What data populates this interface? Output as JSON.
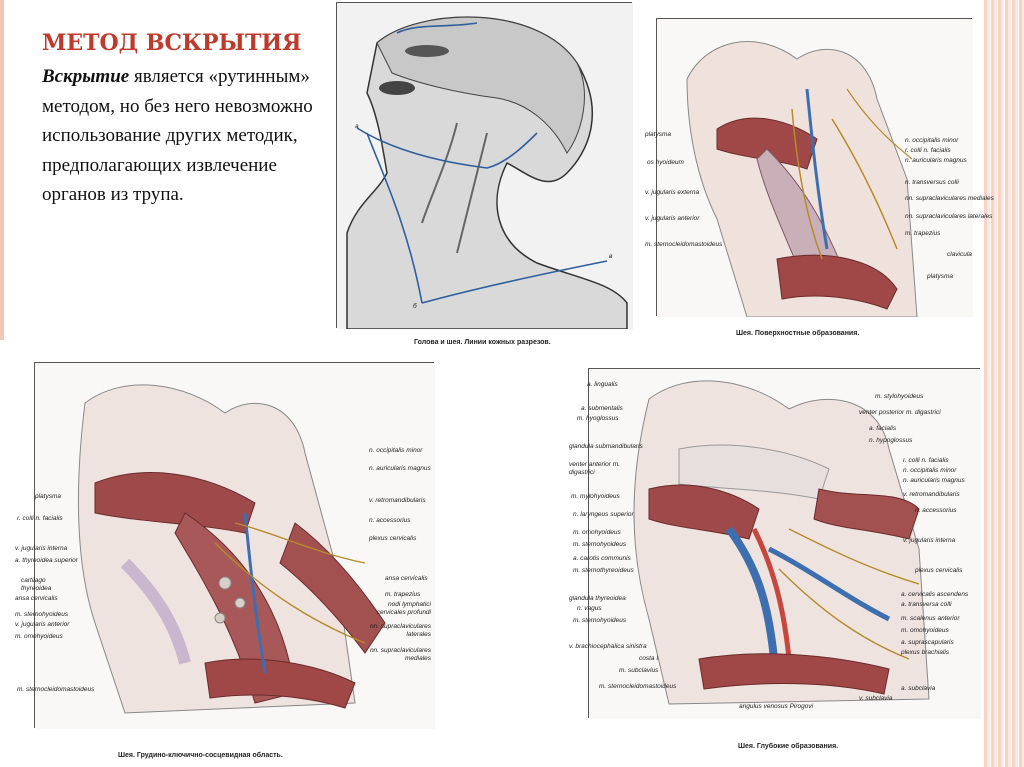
{
  "slide": {
    "heading": "МЕТОД ВСКРЫТИЯ",
    "body_emphasis": "Вскрытие",
    "body_rest": " является «рутинным» методом, но без него невозможно использование других методик, предполагающих извлечение органов из трупа."
  },
  "figures": {
    "top_left": {
      "caption": "Голова и шея. Линии кожных разрезов.",
      "labels": [
        "a",
        "б",
        "в"
      ]
    },
    "top_right": {
      "caption": "Шея. Поверхностные образования.",
      "labels_left": [
        "platysma",
        "os hyoideum",
        "v. jugularis externa",
        "v. jugularis anterior",
        "m. sternocleidomastoideus"
      ],
      "labels_right": [
        "n. occipitalis minor",
        "r. colli n. facialis",
        "n. auricularis magnus",
        "n. transversus colli",
        "nn. supraclaviculares mediales",
        "nn. supraclaviculares laterales",
        "m. trapezius",
        "clavicula",
        "platysma"
      ]
    },
    "bottom_left": {
      "caption": "Шея. Грудино-ключично-сосцевидная область.",
      "labels_left": [
        "platysma",
        "r. colli n. facialis",
        "v. jugularis interna",
        "a. thyreoidea superior",
        "cartilago thyreoidea",
        "ansa cervicalis",
        "m. sternohyoideus",
        "v. jugularis anterior",
        "m. omohyoideus",
        "m. sternocleidomastoideus"
      ],
      "labels_right": [
        "n. occipitalis minor",
        "n. auricularis magnus",
        "v. retromandibularis",
        "n. accessorius",
        "plexus cervicalis",
        "ansa cervicalis",
        "m. trapezius",
        "nodi lymphatici cervicales profundi",
        "nn. supraclaviculares laterales",
        "nn. supraclaviculares mediales"
      ]
    },
    "bottom_right": {
      "caption": "Шея. Глубокие образования.",
      "labels_left": [
        "a. lingualis",
        "a. submentalis",
        "m. hyoglossus",
        "glandula submandibularis",
        "venter anterior m. digastrici",
        "m. mylohyoideus",
        "n. laryngeus superior",
        "m. omohyoideus",
        "m. sternohyoideus",
        "a. carotis communis",
        "m. sternothyreoideus",
        "glandula thyreoidea",
        "n. vagus",
        "m. sternohyoideus",
        "v. brachiocephalica sinistra",
        "costa I",
        "m. subclavius",
        "m. sternocleidomastoideus"
      ],
      "labels_right": [
        "m. stylohyoideus",
        "venter posterior m. digastrici",
        "a. facialis",
        "n. hypoglossus",
        "r. colli n. facialis",
        "n. occipitalis minor",
        "n. auricularis magnus",
        "v. retromandibularis",
        "n. accessorius",
        "v. jugularis interna",
        "plexus cervicalis",
        "a. cervicalis ascendens",
        "a. transversa colli",
        "m. scalenus anterior",
        "m. omohyoideus",
        "a. suprascapularis",
        "plexus brachialis",
        "a. subclavia"
      ],
      "labels_bottom": [
        "angulus venosus Pirogovi",
        "v. subclavia"
      ]
    }
  }
}
